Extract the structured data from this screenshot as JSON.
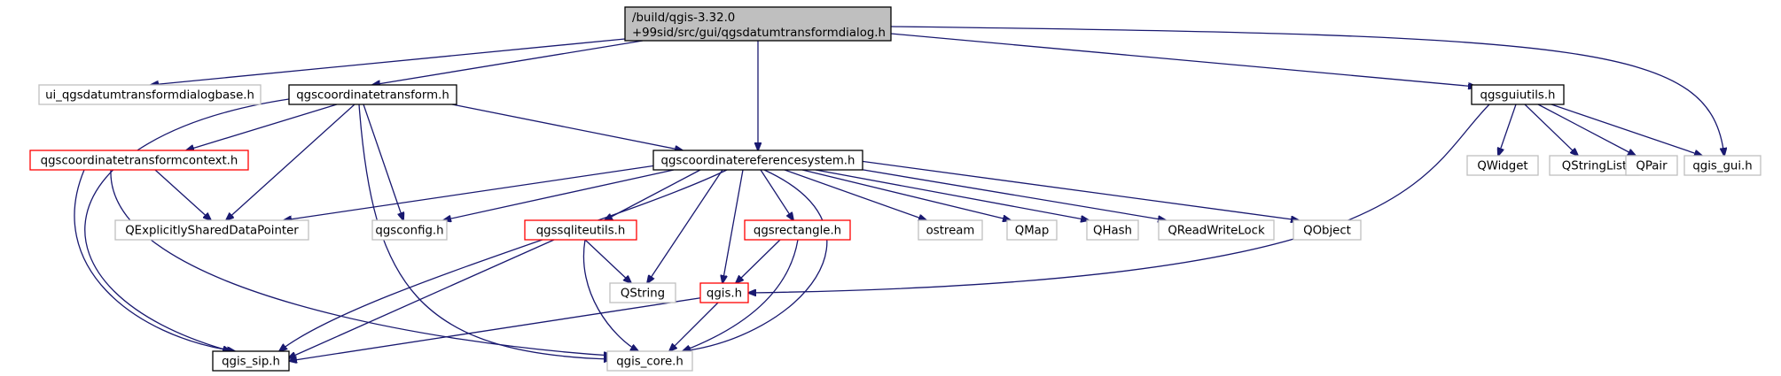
{
  "colors": {
    "edge": "#191970",
    "root_fill": "#bfbfbf",
    "default_border": "#000000",
    "highlight_border": "#ff0000",
    "external_border": "#bfbfbf",
    "external_text": "#7f7f7f"
  },
  "nodes": [
    {
      "id": "root",
      "lines": [
        "/build/qgis-3.32.0",
        "+99sid/src/gui/qgsdatumtransformdialog.h"
      ],
      "style": "root"
    },
    {
      "id": "ui_base",
      "lines": [
        "ui_qgsdatumtransformdialogbase.h"
      ],
      "style": "external"
    },
    {
      "id": "coordtransform",
      "lines": [
        "qgscoordinatetransform.h"
      ],
      "style": "default"
    },
    {
      "id": "crs",
      "lines": [
        "qgscoordinatereferencesystem.h"
      ],
      "style": "default"
    },
    {
      "id": "guiutils",
      "lines": [
        "qgsguiutils.h"
      ],
      "style": "default"
    },
    {
      "id": "qgis_gui",
      "lines": [
        "qgis_gui.h"
      ],
      "style": "external"
    },
    {
      "id": "ctcontext",
      "lines": [
        "qgscoordinatetransformcontext.h"
      ],
      "style": "highlight"
    },
    {
      "id": "qesdp",
      "lines": [
        "QExplicitlySharedDataPointer"
      ],
      "style": "external"
    },
    {
      "id": "qgsconfig",
      "lines": [
        "qgsconfig.h"
      ],
      "style": "external"
    },
    {
      "id": "sqliteutils",
      "lines": [
        "qgssqliteutils.h"
      ],
      "style": "highlight"
    },
    {
      "id": "rectangle",
      "lines": [
        "qgsrectangle.h"
      ],
      "style": "highlight"
    },
    {
      "id": "ostream",
      "lines": [
        "ostream"
      ],
      "style": "external"
    },
    {
      "id": "qmap",
      "lines": [
        "QMap"
      ],
      "style": "external"
    },
    {
      "id": "qhash",
      "lines": [
        "QHash"
      ],
      "style": "external"
    },
    {
      "id": "qrwlock",
      "lines": [
        "QReadWriteLock"
      ],
      "style": "external"
    },
    {
      "id": "qobject",
      "lines": [
        "QObject"
      ],
      "style": "external"
    },
    {
      "id": "qwidget",
      "lines": [
        "QWidget"
      ],
      "style": "external"
    },
    {
      "id": "qstringlist",
      "lines": [
        "QStringList"
      ],
      "style": "external"
    },
    {
      "id": "qpair",
      "lines": [
        "QPair"
      ],
      "style": "external"
    },
    {
      "id": "qstring",
      "lines": [
        "QString"
      ],
      "style": "external"
    },
    {
      "id": "qgis",
      "lines": [
        "qgis.h"
      ],
      "style": "highlight"
    },
    {
      "id": "qgis_sip",
      "lines": [
        "qgis_sip.h"
      ],
      "style": "default"
    },
    {
      "id": "qgis_core",
      "lines": [
        "qgis_core.h"
      ],
      "style": "external"
    }
  ],
  "edges": [
    {
      "from": "root",
      "to": "ui_base"
    },
    {
      "from": "root",
      "to": "coordtransform"
    },
    {
      "from": "root",
      "to": "crs"
    },
    {
      "from": "root",
      "to": "guiutils"
    },
    {
      "from": "root",
      "to": "qgis_gui"
    },
    {
      "from": "coordtransform",
      "to": "ctcontext"
    },
    {
      "from": "coordtransform",
      "to": "qesdp"
    },
    {
      "from": "coordtransform",
      "to": "qgsconfig"
    },
    {
      "from": "coordtransform",
      "to": "crs"
    },
    {
      "from": "coordtransform",
      "to": "qgis_sip"
    },
    {
      "from": "coordtransform",
      "to": "qgis_core"
    },
    {
      "from": "ctcontext",
      "to": "qesdp"
    },
    {
      "from": "ctcontext",
      "to": "qgis_sip"
    },
    {
      "from": "ctcontext",
      "to": "qgis_core"
    },
    {
      "from": "crs",
      "to": "qesdp"
    },
    {
      "from": "crs",
      "to": "qgsconfig"
    },
    {
      "from": "crs",
      "to": "sqliteutils"
    },
    {
      "from": "crs",
      "to": "qstring"
    },
    {
      "from": "crs",
      "to": "qgis"
    },
    {
      "from": "crs",
      "to": "rectangle"
    },
    {
      "from": "crs",
      "to": "ostream"
    },
    {
      "from": "crs",
      "to": "qmap"
    },
    {
      "from": "crs",
      "to": "qhash"
    },
    {
      "from": "crs",
      "to": "qrwlock"
    },
    {
      "from": "crs",
      "to": "qobject"
    },
    {
      "from": "crs",
      "to": "qgis_sip"
    },
    {
      "from": "crs",
      "to": "qgis_core"
    },
    {
      "from": "sqliteutils",
      "to": "qstring"
    },
    {
      "from": "sqliteutils",
      "to": "qgis_sip"
    },
    {
      "from": "sqliteutils",
      "to": "qgis_core"
    },
    {
      "from": "rectangle",
      "to": "qgis"
    },
    {
      "from": "rectangle",
      "to": "qgis_core"
    },
    {
      "from": "qgis",
      "to": "qgis_sip"
    },
    {
      "from": "qgis",
      "to": "qgis_core"
    },
    {
      "from": "guiutils",
      "to": "qwidget"
    },
    {
      "from": "guiutils",
      "to": "qstringlist"
    },
    {
      "from": "guiutils",
      "to": "qpair"
    },
    {
      "from": "guiutils",
      "to": "qgis_gui"
    },
    {
      "from": "guiutils",
      "to": "qgis"
    }
  ]
}
